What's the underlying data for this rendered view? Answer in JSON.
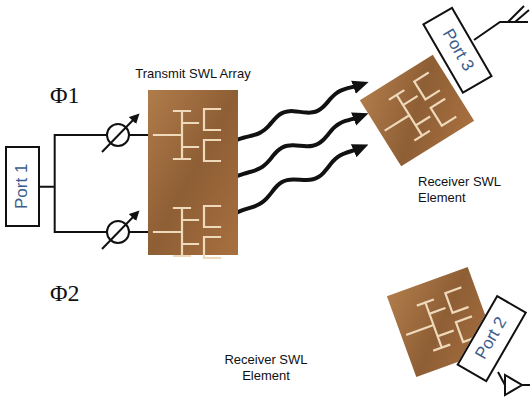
{
  "diagram": {
    "nodes": [
      {
        "text": [
          "Port 1"
        ]
      },
      {
        "text": [
          "Transmit SWL Array"
        ]
      },
      {
        "text": [
          "Receiver SWL Element"
        ]
      },
      {
        "text": [
          "Port 3"
        ]
      },
      {
        "text": [
          "Receiver SWL Element"
        ]
      },
      {
        "text": [
          "Port 2"
        ]
      }
    ],
    "edges": [
      {
        "from": 0,
        "to": 1,
        "arrow": "none"
      },
      {
        "from": 1,
        "to": 2,
        "arrow": "to"
      },
      {
        "from": 1,
        "to": 2,
        "arrow": "to"
      },
      {
        "from": 1,
        "to": 2,
        "arrow": "to"
      }
    ],
    "labels": [
      "Φ1",
      "Φ2"
    ]
  }
}
